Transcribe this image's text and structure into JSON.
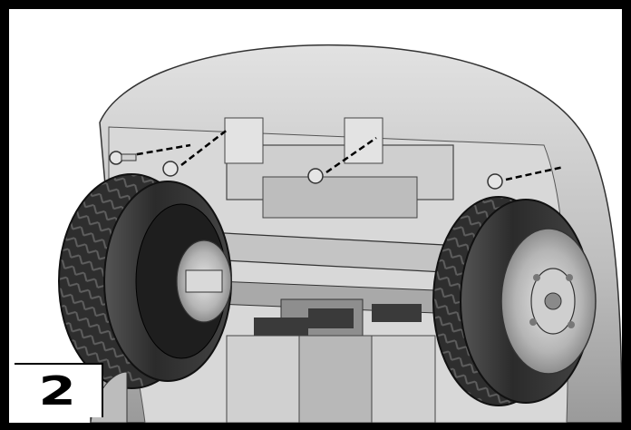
{
  "step": {
    "number": "2"
  },
  "illustration": {
    "subject": "mower-deck-wheel-assembly",
    "fasteners": [
      "bolt-front-left",
      "bolt-left-inner",
      "bolt-center",
      "bolt-right"
    ]
  },
  "colors": {
    "frame": "#000000",
    "background": "#ffffff",
    "deck": "#c9c9c9",
    "deck_shadow": "#8a8a8a",
    "tire": "#2a2a2a"
  }
}
